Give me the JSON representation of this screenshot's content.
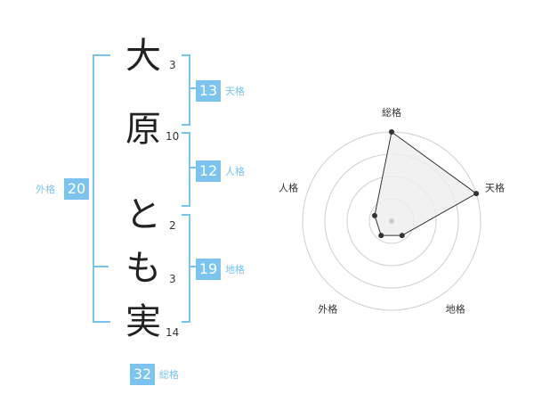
{
  "name": {
    "characters": [
      {
        "char": "大",
        "strokes": "3"
      },
      {
        "char": "原",
        "strokes": "10"
      },
      {
        "char": "と",
        "strokes": "2"
      },
      {
        "char": "も",
        "strokes": "3"
      },
      {
        "char": "実",
        "strokes": "14"
      }
    ]
  },
  "fortune": {
    "tenkaku": {
      "label": "天格",
      "value": "13"
    },
    "jinkaku": {
      "label": "人格",
      "value": "12"
    },
    "chikaku": {
      "label": "地格",
      "value": "19"
    },
    "gaikaku": {
      "label": "外格",
      "value": "20"
    },
    "soukaku": {
      "label": "総格",
      "value": "32"
    }
  },
  "chart_data": {
    "type": "radar",
    "axes": [
      "総格",
      "天格",
      "地格",
      "外格",
      "人格"
    ],
    "values": [
      5,
      5,
      1,
      1,
      1
    ],
    "range": [
      0,
      5
    ],
    "rings": 4,
    "colors": {
      "ring": "#d0d0d0",
      "fill": "#eeeeee",
      "line": "#333333",
      "center": "#cccccc"
    }
  },
  "colors": {
    "accent": "#7cc3ee"
  }
}
